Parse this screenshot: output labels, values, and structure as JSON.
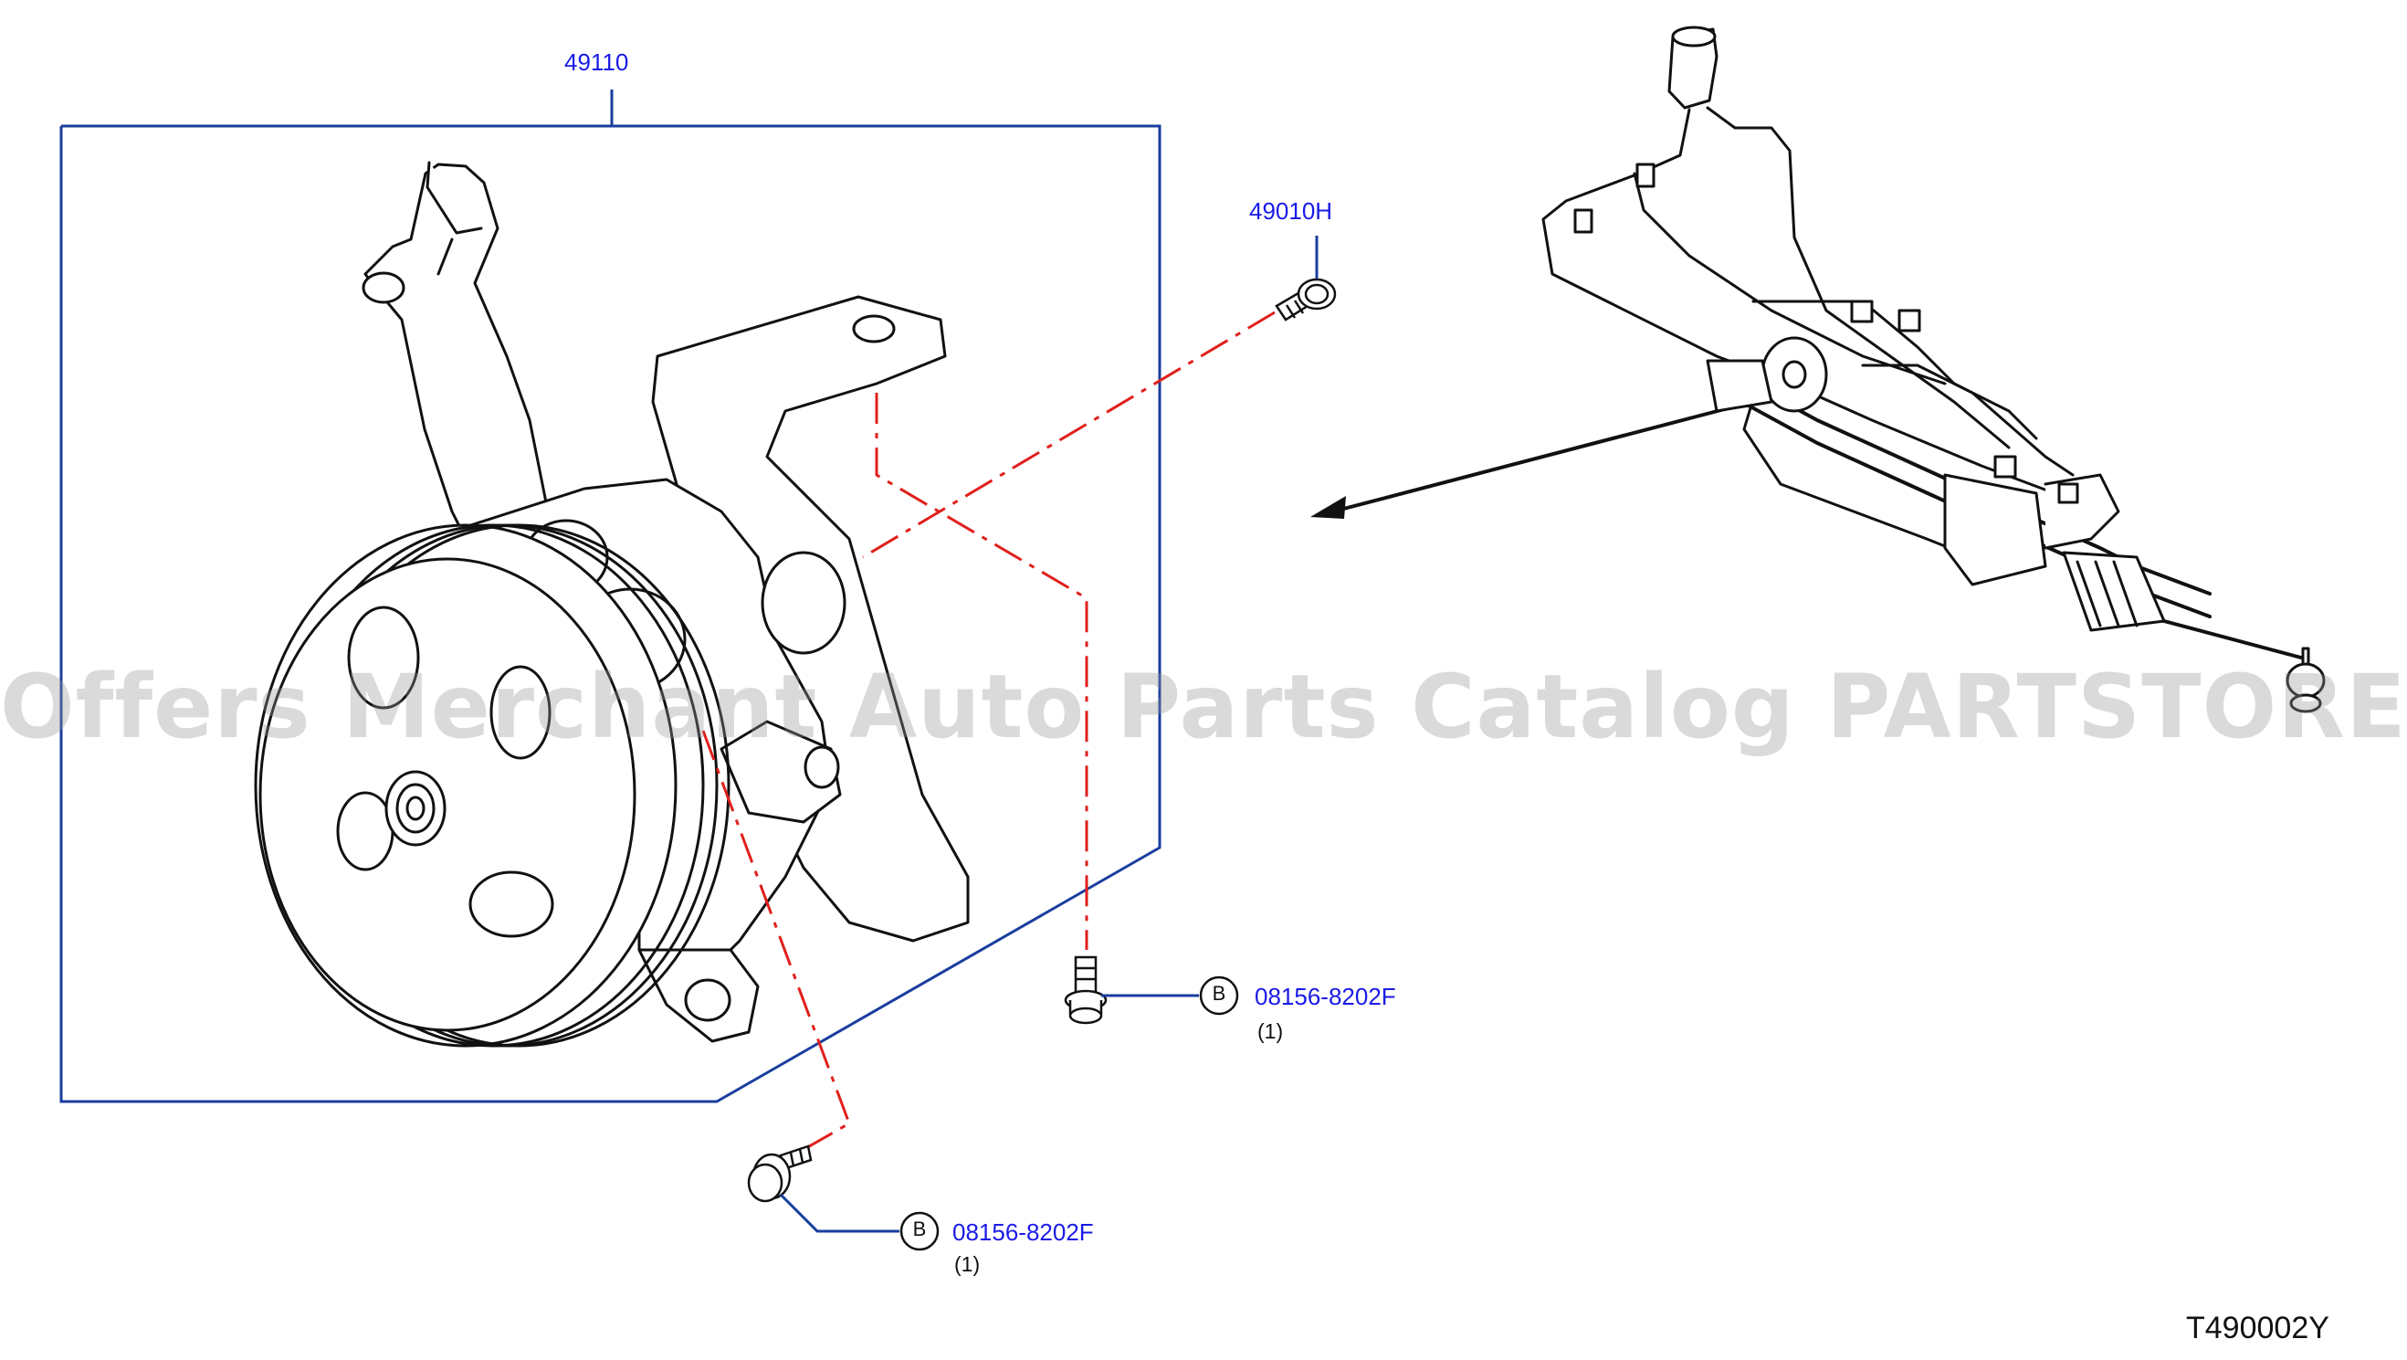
{
  "callouts": {
    "assembly_part": "49110",
    "bolt_top_part": "49010H",
    "bolt_right_part": "08156-8202F",
    "bolt_right_qty": "(1)",
    "bolt_right_marker": "B",
    "bolt_bottom_part": "08156-8202F",
    "bolt_bottom_qty": "(1)",
    "bolt_bottom_marker": "B"
  },
  "watermark": "Offers Merchant Auto Parts Catalog PARTSTORE.SA",
  "diagram_code": "T490002Y",
  "colors": {
    "callout_text": "#1a1ae6",
    "frame_line": "#1a3e9e",
    "centerline": "#e0201c",
    "drawing_line": "#111111"
  }
}
